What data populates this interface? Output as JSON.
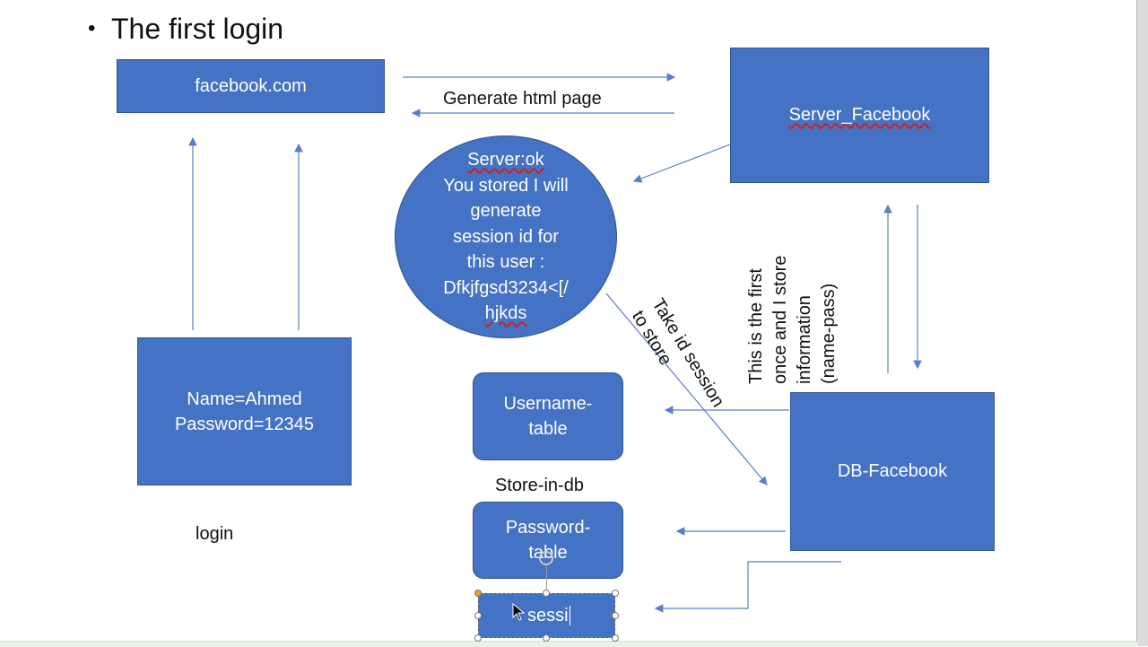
{
  "slide": {
    "title": "The first login"
  },
  "nodes": {
    "facebook": "facebook.com",
    "server": "Server_Facebook",
    "ellipse_lines": [
      "Server:ok",
      "You stored I will",
      "generate",
      "session id for",
      "this user :",
      "Dfkjfgsd3234<[/",
      "hjkds"
    ],
    "credentials_name": "Name=Ahmed",
    "credentials_password": "Password=12345",
    "username_table_1": "Username-",
    "username_table_2": "table",
    "password_table_1": "Password-",
    "password_table_2": "table",
    "db": "DB-Facebook",
    "session_text": "sessi"
  },
  "labels": {
    "generate_html": "Generate html page",
    "take_id_1": "Take id session",
    "take_id_2": "to store",
    "first_once_1": "This is the first",
    "first_once_2": "once and I store",
    "first_once_3": "information",
    "first_once_4": "(name-pass)",
    "store_in_db": "Store-in-db",
    "login": "login"
  },
  "colors": {
    "shape_fill": "#4472c4",
    "shape_border": "#2f528f",
    "arrow": "#5b7fc4",
    "spellcheck": "#d02020"
  }
}
